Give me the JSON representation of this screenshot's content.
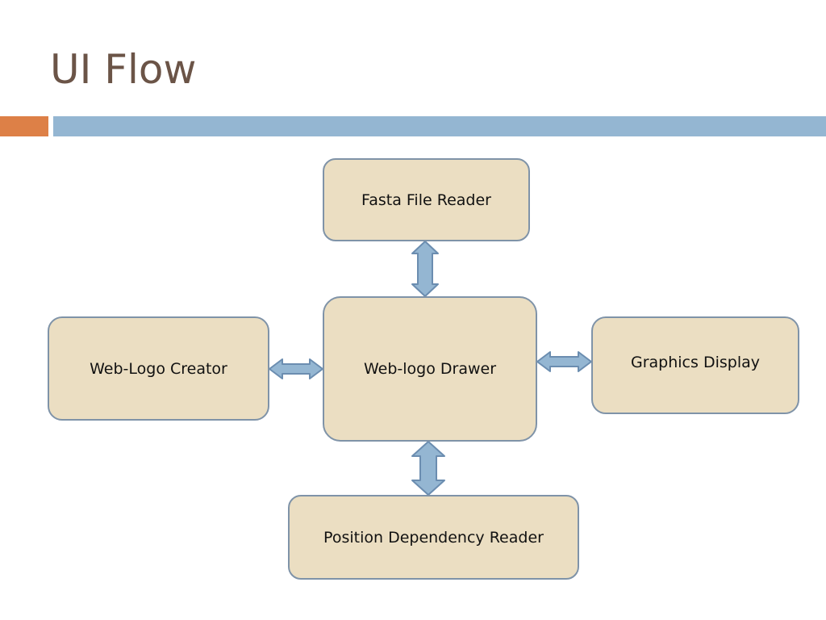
{
  "title": "UI Flow",
  "colors": {
    "title_text": "#6b5447",
    "accent_orange": "#dd8047",
    "accent_blue": "#94b6d2",
    "node_fill": "#ebdec2",
    "node_border": "#7f93a8",
    "arrow_fill": "#94b6d2",
    "arrow_stroke": "#6b8db0"
  },
  "nodes": {
    "fasta": "Fasta File Reader",
    "drawer": "Web-logo Drawer",
    "creator": "Web-Logo Creator",
    "graphics": "Graphics Display",
    "position": "Position Dependency Reader"
  },
  "connections": [
    {
      "from": "fasta",
      "to": "drawer",
      "type": "bidirectional"
    },
    {
      "from": "creator",
      "to": "drawer",
      "type": "bidirectional"
    },
    {
      "from": "drawer",
      "to": "graphics",
      "type": "bidirectional"
    },
    {
      "from": "drawer",
      "to": "position",
      "type": "bidirectional"
    }
  ]
}
